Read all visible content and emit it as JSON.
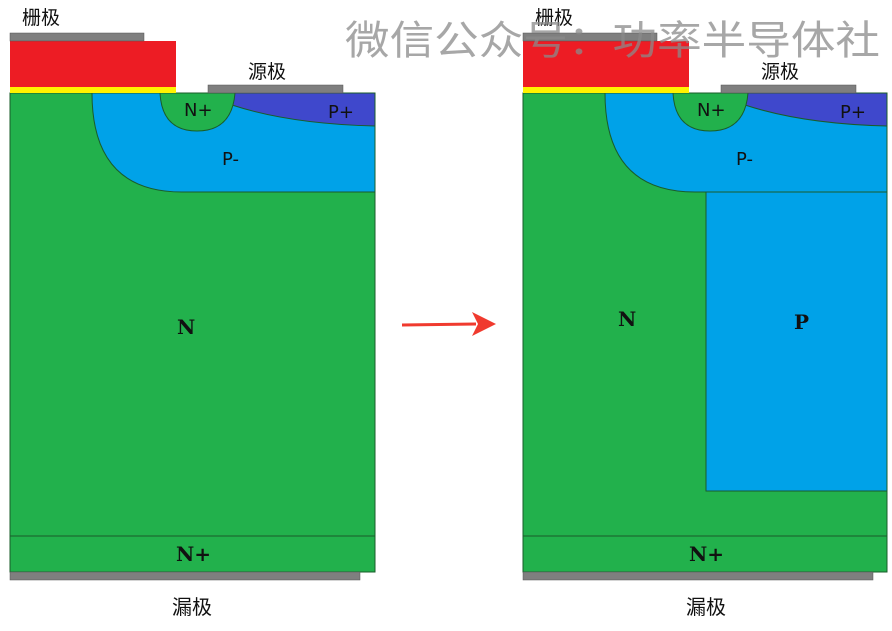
{
  "watermark": "微信公众号：功率半导体社",
  "colors": {
    "n_region": "#22B14C",
    "p_minus": "#00A2E8",
    "p_plus": "#3F48CC",
    "gate": "#ED1C24",
    "oxide": "#FFF200",
    "metal": "#7F7F7F",
    "arrow": "#F03A2E",
    "border": "#1a5c2a"
  },
  "left_device": {
    "gate_label": "栅极",
    "source_label": "源极",
    "drain_label": "漏极",
    "n_plus_source": "N+",
    "p_plus": "P+",
    "p_minus": "P-",
    "n_drift": "N",
    "n_plus_substrate": "N+"
  },
  "right_device": {
    "gate_label": "栅极",
    "source_label": "源极",
    "drain_label": "漏极",
    "n_plus_source": "N+",
    "p_plus": "P+",
    "p_minus": "P-",
    "n_drift": "N",
    "p_pillar": "P",
    "n_plus_substrate": "N+"
  },
  "arrow_icon": "arrow-right-icon"
}
